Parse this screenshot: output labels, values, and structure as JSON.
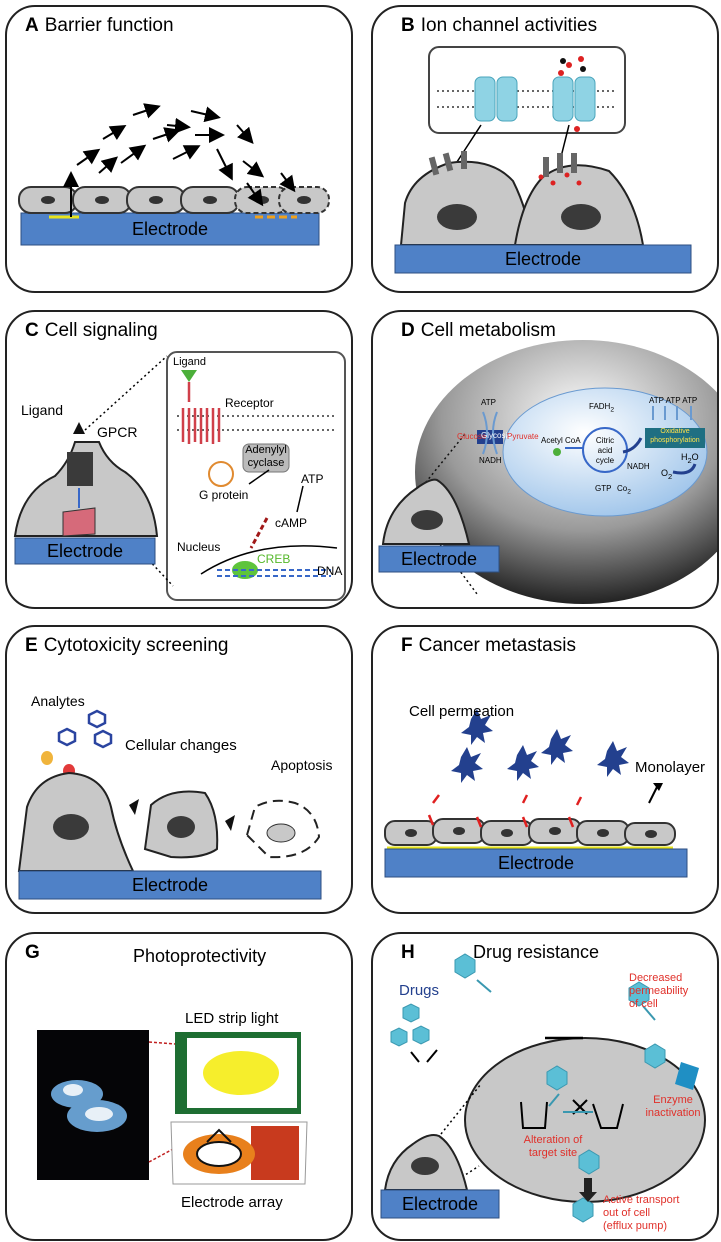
{
  "panels": {
    "A": {
      "letter": "A",
      "title": "Barrier function",
      "electrode": "Electrode"
    },
    "B": {
      "letter": "B",
      "title": "Ion channel activities",
      "electrode": "Electrode"
    },
    "C": {
      "letter": "C",
      "title": "Cell signaling",
      "ligand_left": "Ligand",
      "gpcr": "GPCR",
      "electrode": "Electrode",
      "ligand_inset": "Ligand",
      "receptor": "Receptor",
      "adenylyl": "Adenylyl",
      "cyclase": "cyclase",
      "gprotein": "G protein",
      "atp": "ATP",
      "camp": "cAMP",
      "nucleus": "Nucleus",
      "creb": "CREB",
      "dna": "DNA"
    },
    "D": {
      "letter": "D",
      "title": "Cell metabolism",
      "electrode": "Electrode",
      "atp1": "ATP",
      "nadh1": "NADH",
      "glucose": "Glucose",
      "glycosis": "Glycosis",
      "pyruvate": "Pyruvate",
      "fadh": "FADH",
      "fadh_sub": "2",
      "acetyl": "Acetyl CoA",
      "citric1": "Citric",
      "citric2": "acid",
      "citric3": "cycle",
      "nadh2": "NADH",
      "gtp": "GTP",
      "co2": "Co",
      "co2_sub": "2",
      "atp3": "ATP ATP ATP",
      "oxid1": "Oxidative",
      "oxid2": "phosphorylation",
      "h2o": "H",
      "h2o_sub": "2",
      "h2o_end": "O",
      "o2": "O",
      "o2_sub": "2"
    },
    "E": {
      "letter": "E",
      "title": "Cytotoxicity screening",
      "analytes": "Analytes",
      "changes": "Cellular changes",
      "apoptosis": "Apoptosis",
      "electrode": "Electrode"
    },
    "F": {
      "letter": "F",
      "title": "Cancer metastasis",
      "permeation": "Cell permeation",
      "monolayer": "Monolayer",
      "electrode": "Electrode"
    },
    "G": {
      "letter": "G",
      "title": "Photoprotectivity",
      "led": "LED strip light",
      "array": "Electrode array"
    },
    "H": {
      "letter": "H",
      "title": "Drug resistance",
      "drugs": "Drugs",
      "decreased1": "Decreased",
      "decreased2": "permeability",
      "decreased3": "of cell",
      "enzyme1": "Enzyme",
      "enzyme2": "inactivation",
      "alter1": "Alteration of",
      "alter2": "target site",
      "active1": "Active transport",
      "active2": "out of cell",
      "active3": "(efflux pump)",
      "electrode": "Electrode"
    }
  },
  "colors": {
    "electrode": "#4f81c7",
    "cell": "#c8c8c8",
    "hex": "#5bbfd6",
    "text_red": "#e0302a",
    "text_blue": "#23408e"
  }
}
